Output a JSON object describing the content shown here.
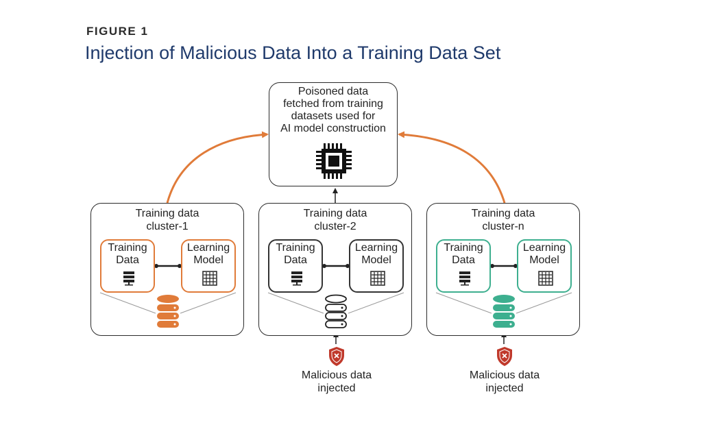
{
  "figure": {
    "label": "FIGURE 1",
    "title": "Injection of Malicious Data Into a Training Data Set"
  },
  "top_box": {
    "text": "Poisoned data\nfetched from training\ndatasets used for\nAI model construction",
    "icon": "cpu-chip-icon"
  },
  "clusters": [
    {
      "title": "Training data\ncluster-1",
      "training_data": "Training\nData",
      "learning_model": "Learning\nModel",
      "color": "#e07b39"
    },
    {
      "title": "Training data\ncluster-2",
      "training_data": "Training\nData",
      "learning_model": "Learning\nModel",
      "color": "#333333"
    },
    {
      "title": "Training data\ncluster-n",
      "training_data": "Training\nData",
      "learning_model": "Learning\nModel",
      "color": "#3daf8f"
    }
  ],
  "malicious": [
    {
      "label": "Malicious data\ninjected",
      "icon": "shield-x-icon",
      "color": "#c0392b"
    },
    {
      "label": "Malicious data\ninjected",
      "icon": "shield-x-icon",
      "color": "#c0392b"
    }
  ],
  "colors": {
    "title": "#1f3a6b",
    "arrow_orange": "#e07b39",
    "teal": "#3daf8f",
    "danger": "#c0392b"
  }
}
